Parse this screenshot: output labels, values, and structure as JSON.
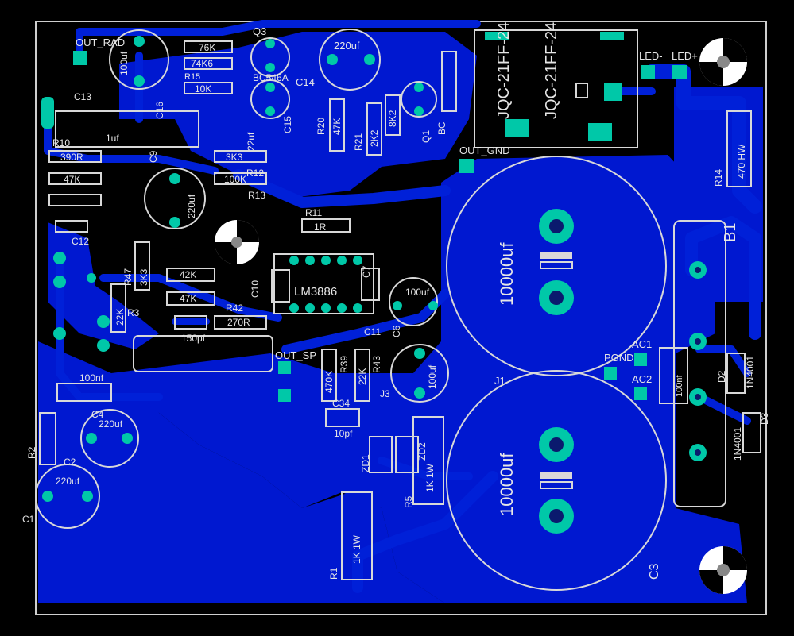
{
  "labels": {
    "out_rad": "OUT_RAD",
    "c100u_top": "100uf",
    "r76k": "76K",
    "q3": "Q3",
    "r74k6": "74K6",
    "r10k": "10K",
    "r15_c14": "R15",
    "bc546a": "BC546A",
    "c220u_top": "220uf",
    "c14": "C14",
    "jqc_a": "JQC-21FF-24",
    "jqc_b": "JQC-21FF-24",
    "led_minus": "LED-",
    "led_plus": "LED+",
    "r14": "R14",
    "r14_val": "470 HW",
    "c13": "C13",
    "c_1uf": "1uf",
    "c16": "C16",
    "c15": "C15",
    "c22uf": "22uf",
    "r20": "R20",
    "r20_val": "47K",
    "r21": "R21",
    "r21_val": "2K2",
    "r8": "8K2",
    "q1": "Q1",
    "bc": "BC",
    "out_gnd": "OUT_GND",
    "r10": "R10",
    "r10_val": "390R",
    "r47k_left": "47K",
    "r3k3_top": "3K3",
    "r12": "R12",
    "r100k": "100K",
    "r13": "R13",
    "c9": "C9",
    "c220u_mid": "220uf",
    "c12": "C12",
    "r11": "R11",
    "r11_val": "1R",
    "big_cap_top": "10000uf",
    "big_cap_bottom": "10000uf",
    "b1": "B1",
    "r3k3_mid": "3K3",
    "r47_mid": "R47",
    "r22k": "22K",
    "r3": "R3",
    "r42k": "42K",
    "r47k_mid": "47K",
    "r42": "R42",
    "r270r": "270R",
    "c150pf": "150pf",
    "c10": "C10",
    "lm3886": "LM3886",
    "c7": "C7",
    "c100u_mid": "100uf",
    "c6": "C6",
    "out_sp": "OUT_SP",
    "r39": "R39",
    "r470k": "470K",
    "r43": "R43",
    "r22k_b": "22K",
    "c11": "C11",
    "c100u_low": "100uf",
    "pgnd": "PGND",
    "ac1": "AC1",
    "ac2": "AC2",
    "j1": "J1",
    "c100nf_pwr": "100nf",
    "d2": "D2",
    "d2_val": "1N4001",
    "d3": "D3",
    "d3_val": "1N4001",
    "c100nf": "100nf",
    "j3": "J3",
    "c34": "C34",
    "c10pf": "10pf",
    "c4": "C4",
    "c220u_c4": "220uf",
    "r2": "R2",
    "c2": "C2",
    "c220u_c2": "220uf",
    "c1": "C1",
    "zd1": "ZD1",
    "zd2": "ZD2",
    "r1k": "1K 1W",
    "r1k_b": "1K 1W",
    "r1": "R1",
    "c3": "C3",
    "r5": "R5"
  },
  "colors": {
    "copper": "#0020d8",
    "pad": "#00c8a8",
    "silkscreen": "#d8d8d8",
    "background": "#000000"
  }
}
